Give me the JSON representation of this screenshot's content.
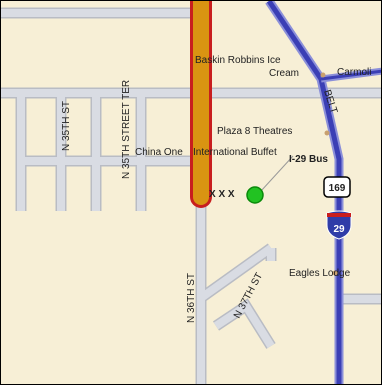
{
  "map": {
    "colors": {
      "background": "#f7efd6",
      "street_fill": "#d9dce3",
      "street_edge": "#b9bcc4",
      "interstate": "#3b3fb5",
      "interstate_edge": "#8b8fd9",
      "route_fill": "#d99412",
      "route_edge": "#c81e1e",
      "marker": "#22c222",
      "text": "#222222"
    },
    "places": {
      "baskin_robbins": "Baskin Robbins Ice",
      "baskin_robbins_2": "Cream",
      "carmoli": "Carmoli",
      "plaza_8": "Plaza 8 Theatres",
      "china_one": "China One",
      "international": "International Buffet",
      "eagles_lodge": "Eagles Lodge"
    },
    "streets": {
      "n35th_a": "N 35TH ST",
      "n35th_b": "N 35TH STREET TER",
      "n36th": "N 36TH ST",
      "n37th": "N 37TH ST",
      "beltline": "BELT"
    },
    "highways": {
      "bus_label": "I-29 Bus",
      "us_shield": "169",
      "interstate_shield": "29"
    },
    "route": {
      "marks": "X X X"
    },
    "icons": {
      "location": "location-marker-icon",
      "us_route": "us-route-shield-icon",
      "interstate": "interstate-shield-icon",
      "poi": "poi-dot-icon"
    }
  }
}
